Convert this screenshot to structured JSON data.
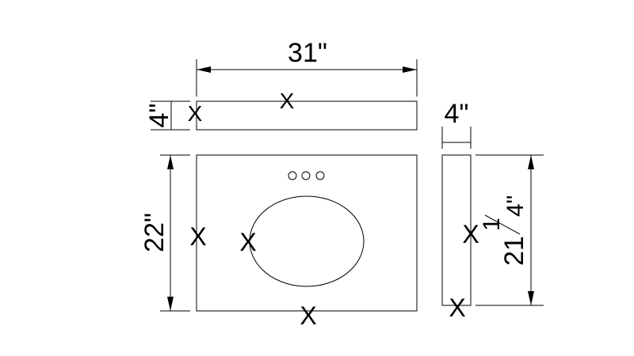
{
  "dimensions": {
    "backsplash_width": "31\"",
    "backsplash_height": "4\"",
    "top_depth": "22\"",
    "side_height": "4\"",
    "side_depth_whole": "21",
    "side_depth_num": "1",
    "side_depth_den": "4\""
  },
  "marks": {
    "symbol": "X"
  }
}
